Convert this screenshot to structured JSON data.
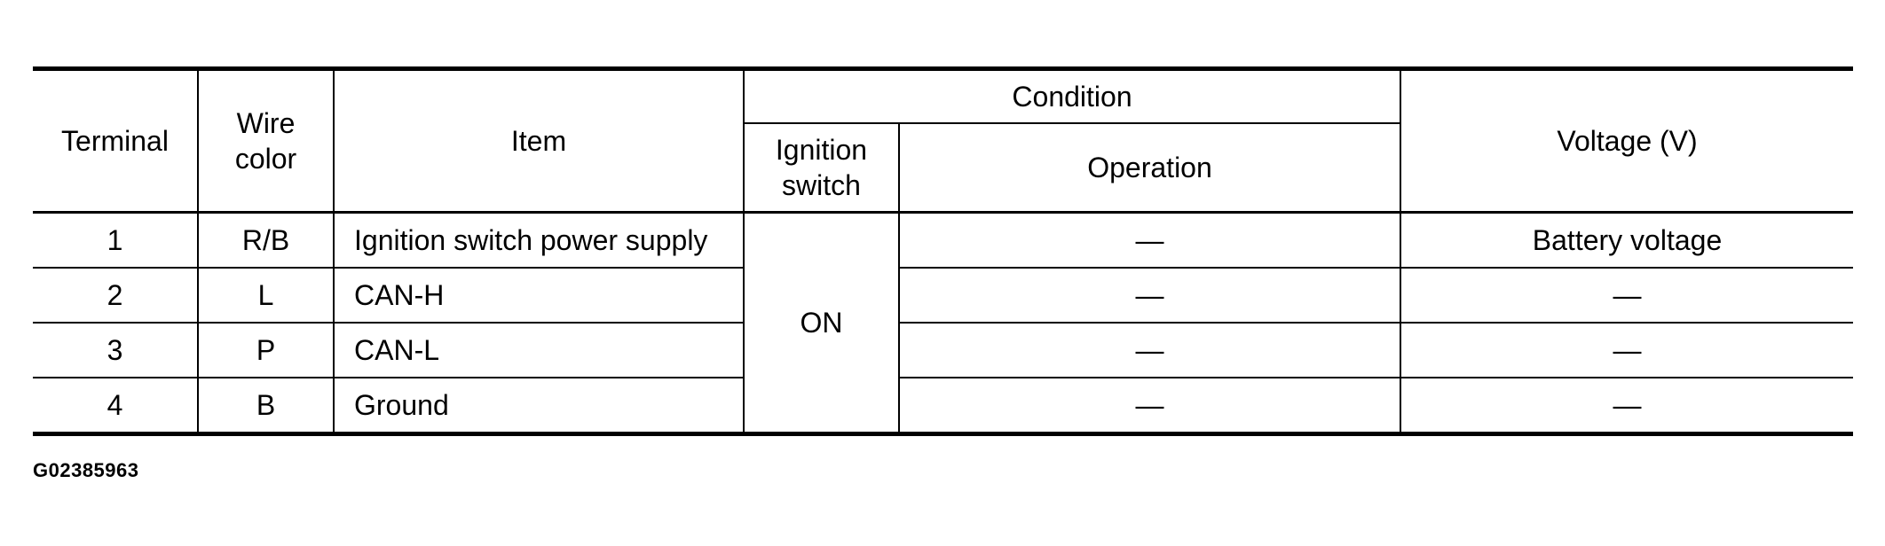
{
  "table": {
    "headers": {
      "terminal": "Terminal",
      "wire_color_line1": "Wire",
      "wire_color_line2": "color",
      "item": "Item",
      "condition": "Condition",
      "ignition_switch_line1": "Ignition",
      "ignition_switch_line2": "switch",
      "operation": "Operation",
      "voltage": "Voltage (V)"
    },
    "ignition_switch_state": "ON",
    "rows": [
      {
        "terminal": "1",
        "wire_color": "R/B",
        "item": "Ignition switch power supply",
        "operation": "—",
        "voltage": "Battery voltage"
      },
      {
        "terminal": "2",
        "wire_color": "L",
        "item": "CAN-H",
        "operation": "—",
        "voltage": "—"
      },
      {
        "terminal": "3",
        "wire_color": "P",
        "item": "CAN-L",
        "operation": "—",
        "voltage": "—"
      },
      {
        "terminal": "4",
        "wire_color": "B",
        "item": "Ground",
        "operation": "—",
        "voltage": "—"
      }
    ]
  },
  "figure_id": "G02385963"
}
